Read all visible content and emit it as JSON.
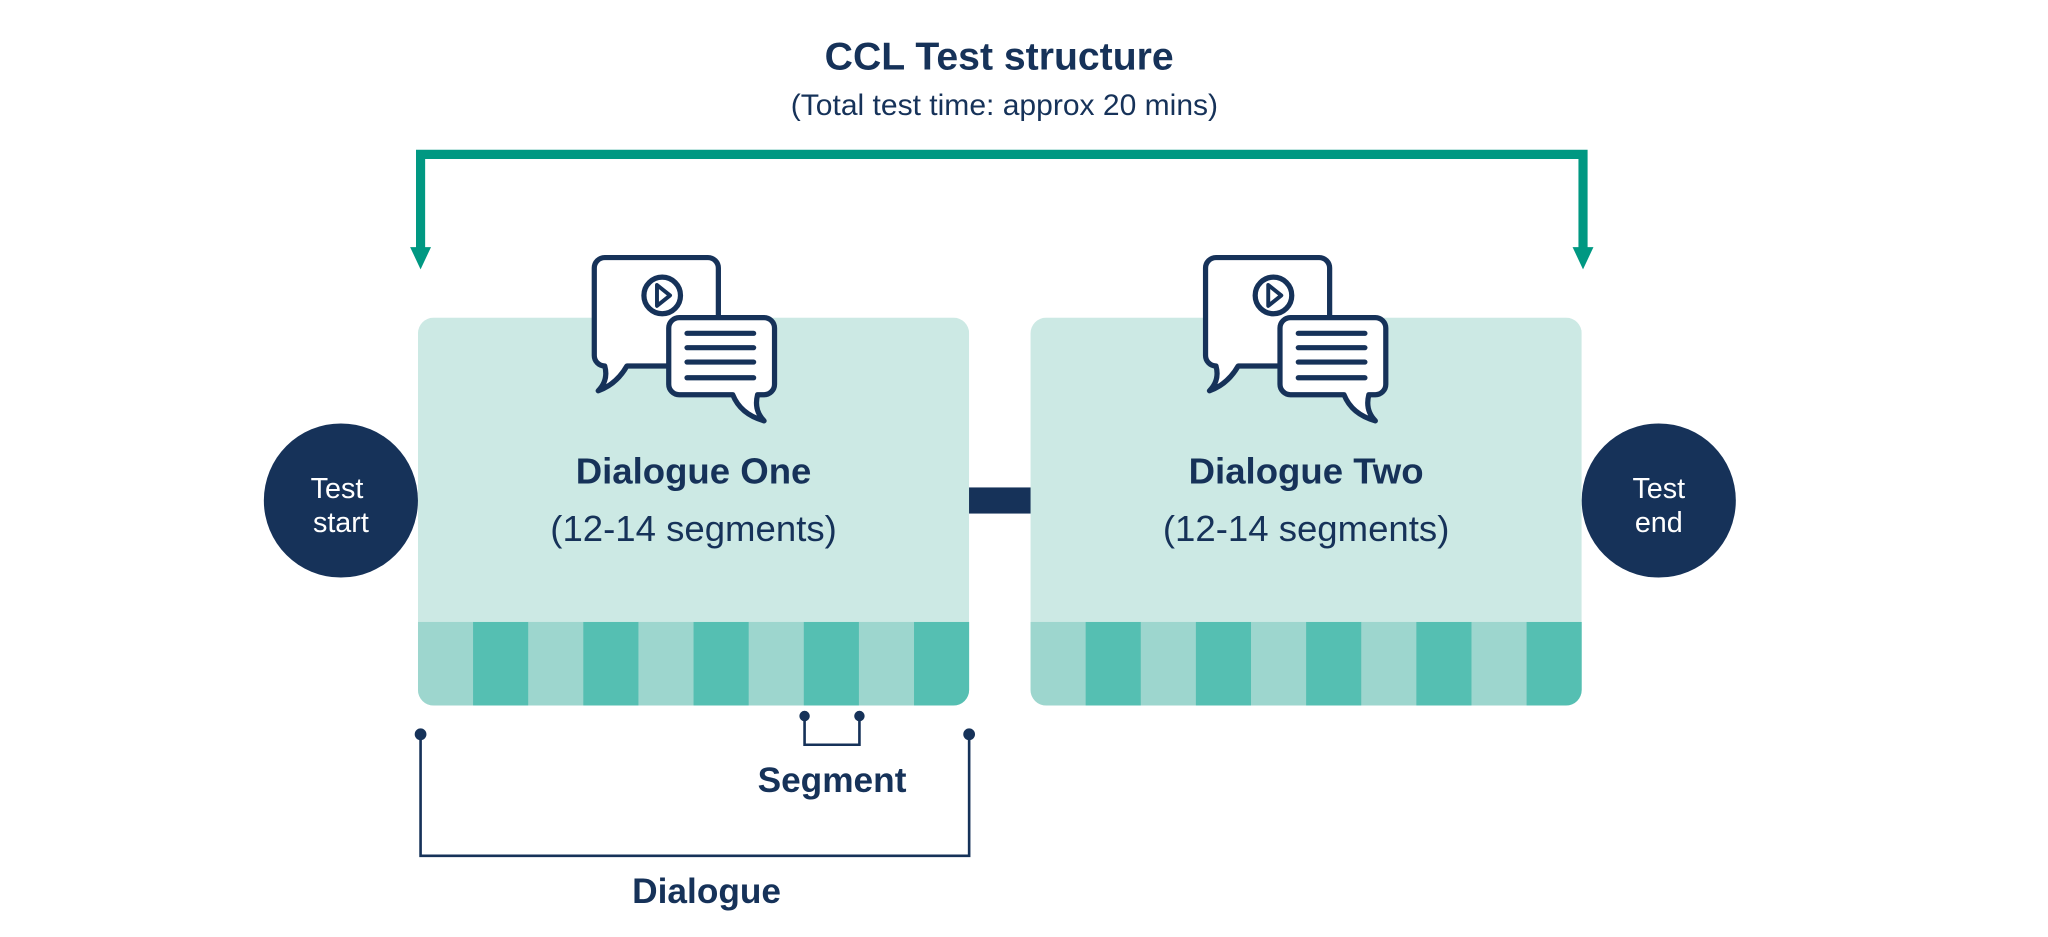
{
  "title": "CCL Test structure",
  "subtitle": "(Total test time: approx 20 mins)",
  "start_node": {
    "line1": "Test",
    "line2": "start"
  },
  "end_node": {
    "line1": "Test",
    "line2": "end"
  },
  "dialogues": [
    {
      "title": "Dialogue One",
      "subtitle": "(12-14 segments)",
      "icon": "chat-bubbles-video-icon"
    },
    {
      "title": "Dialogue Two",
      "subtitle": "(12-14 segments)",
      "icon": "chat-bubbles-video-icon"
    }
  ],
  "labels": {
    "segment": "Segment",
    "dialogue": "Dialogue"
  },
  "colors": {
    "navy": "#163259",
    "green": "#009882",
    "box": "#cce9e4",
    "stripe_light": "#9dd6ce",
    "stripe_dark": "#55bfb2"
  }
}
